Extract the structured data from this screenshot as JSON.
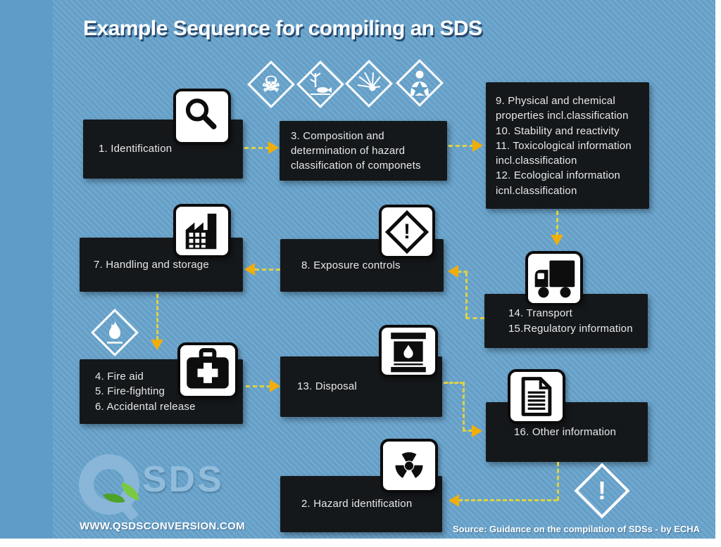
{
  "title": "Example Sequence for compiling an SDS",
  "boxes": {
    "identification": "1. Identification",
    "composition": "3. Composition and\ndetermination of hazard\nclassification of componets",
    "properties": "9. Physical and chemical\nproperties incl.classification\n10. Stability and reactivity\n11. Toxicological information\nincl.classification\n12. Ecological information\nicnl.classification",
    "handling": "7. Handling and storage",
    "exposure": "8. Exposure controls",
    "transport": "14. Transport\n15.Regulatory information",
    "fire": "4. Fire aid\n5. Fire-fighting\n6. Accidental release",
    "disposal": "13. Disposal",
    "other": "16. Other information",
    "hazard": "2. Hazard identification"
  },
  "icons": {
    "skull_glyph": "☠",
    "exclamation_glyph": "!"
  },
  "footer": {
    "website": "WWW.QSDSCONVERSION.COM",
    "source": "Source: Guidance on the compilation of SDSs - by ECHA",
    "logo_text": "SDS"
  },
  "colors": {
    "background_blue": "#5f9dc8",
    "box_dark": "#15181b",
    "box_text": "#e9e9e9",
    "arrow_dash": "#ddd243",
    "arrow_head": "#f0ae0b",
    "title_text": "#ffffff",
    "title_shadow": "#27496f",
    "logo_blue": "#8db8d9",
    "leaf_green": "#5cb030"
  }
}
